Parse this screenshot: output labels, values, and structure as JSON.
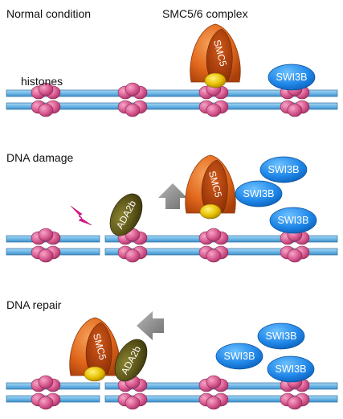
{
  "panels": [
    {
      "title": "Normal condition",
      "complex_label": "SMC5/6 complex",
      "histones_label": "histones",
      "smc5_label": "SMC5",
      "swi3b_labels": [
        "SWI3B"
      ]
    },
    {
      "title": "DNA damage",
      "ada2b_label": "ADA2b",
      "smc5_label": "SMC5",
      "swi3b_labels": [
        "SWI3B",
        "SWI3B",
        "SWI3B"
      ]
    },
    {
      "title": "DNA repair",
      "smc5_label": "SMC5",
      "ada2b_label": "ADA2b",
      "swi3b_labels": [
        "SWI3B",
        "SWI3B",
        "SWI3B"
      ]
    }
  ],
  "colors": {
    "dna_strand": "#6fb8e6",
    "dna_edge": "#2f6f9f",
    "histone": "#d85a8f",
    "histone_edge": "#8a2a55",
    "smc5": "#e0661a",
    "smc5_inner": "#b8420a",
    "hinge": "#e8c000",
    "swi3b": "#1f86e8",
    "ada2b": "#5a5418",
    "lightning": "#e0168e",
    "arrow": "#8a8a8a"
  }
}
